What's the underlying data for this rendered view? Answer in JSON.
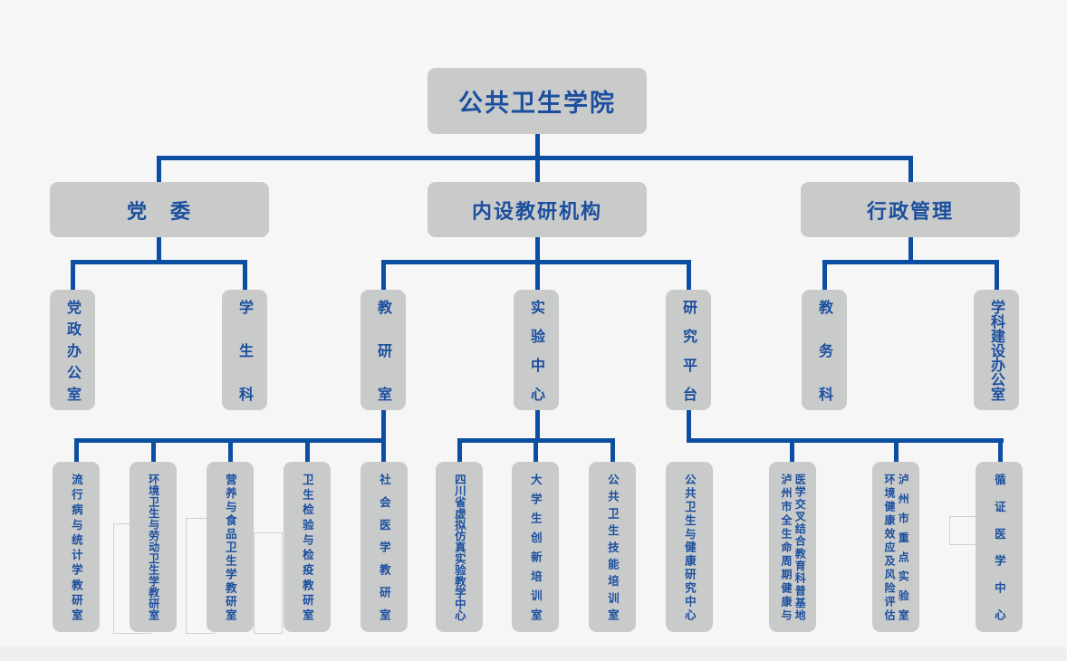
{
  "root": "公共卫生学院",
  "level1": {
    "party": "党　委",
    "internal": "内设教研机构",
    "admin": "行政管理"
  },
  "level2": {
    "party_office": "党政办公室",
    "student_affairs": "学生科",
    "teaching_research": "教研室",
    "experiment_center": "实验中心",
    "research_platform": "研究平台",
    "academic_affairs": "教务科",
    "discipline_office": "学科建设办公室"
  },
  "level3": {
    "epidemiology": "流行病与统计学教研室",
    "environmental_health": "环境卫生与劳动卫生学教研室",
    "nutrition": "营养与食品卫生学教研室",
    "hygiene_inspection": "卫生检验与检疫教研室",
    "social_medicine": "社会医学教研室",
    "virtual_lab": "四川省虚拟仿真实验教学中心",
    "innovation_training": "大学生创新培训室",
    "skills_training": "公共卫生技能培训室",
    "health_research": "公共卫生与健康研究中心",
    "science_base_col1": "泸州市全生命周期健康与",
    "science_base_col2": "医学交叉结合教育科普基地",
    "key_lab_col1": "环境健康效应及风险评估",
    "key_lab_col2": "泸州市重点实验室",
    "evidence_medicine": "循证医学中心"
  }
}
